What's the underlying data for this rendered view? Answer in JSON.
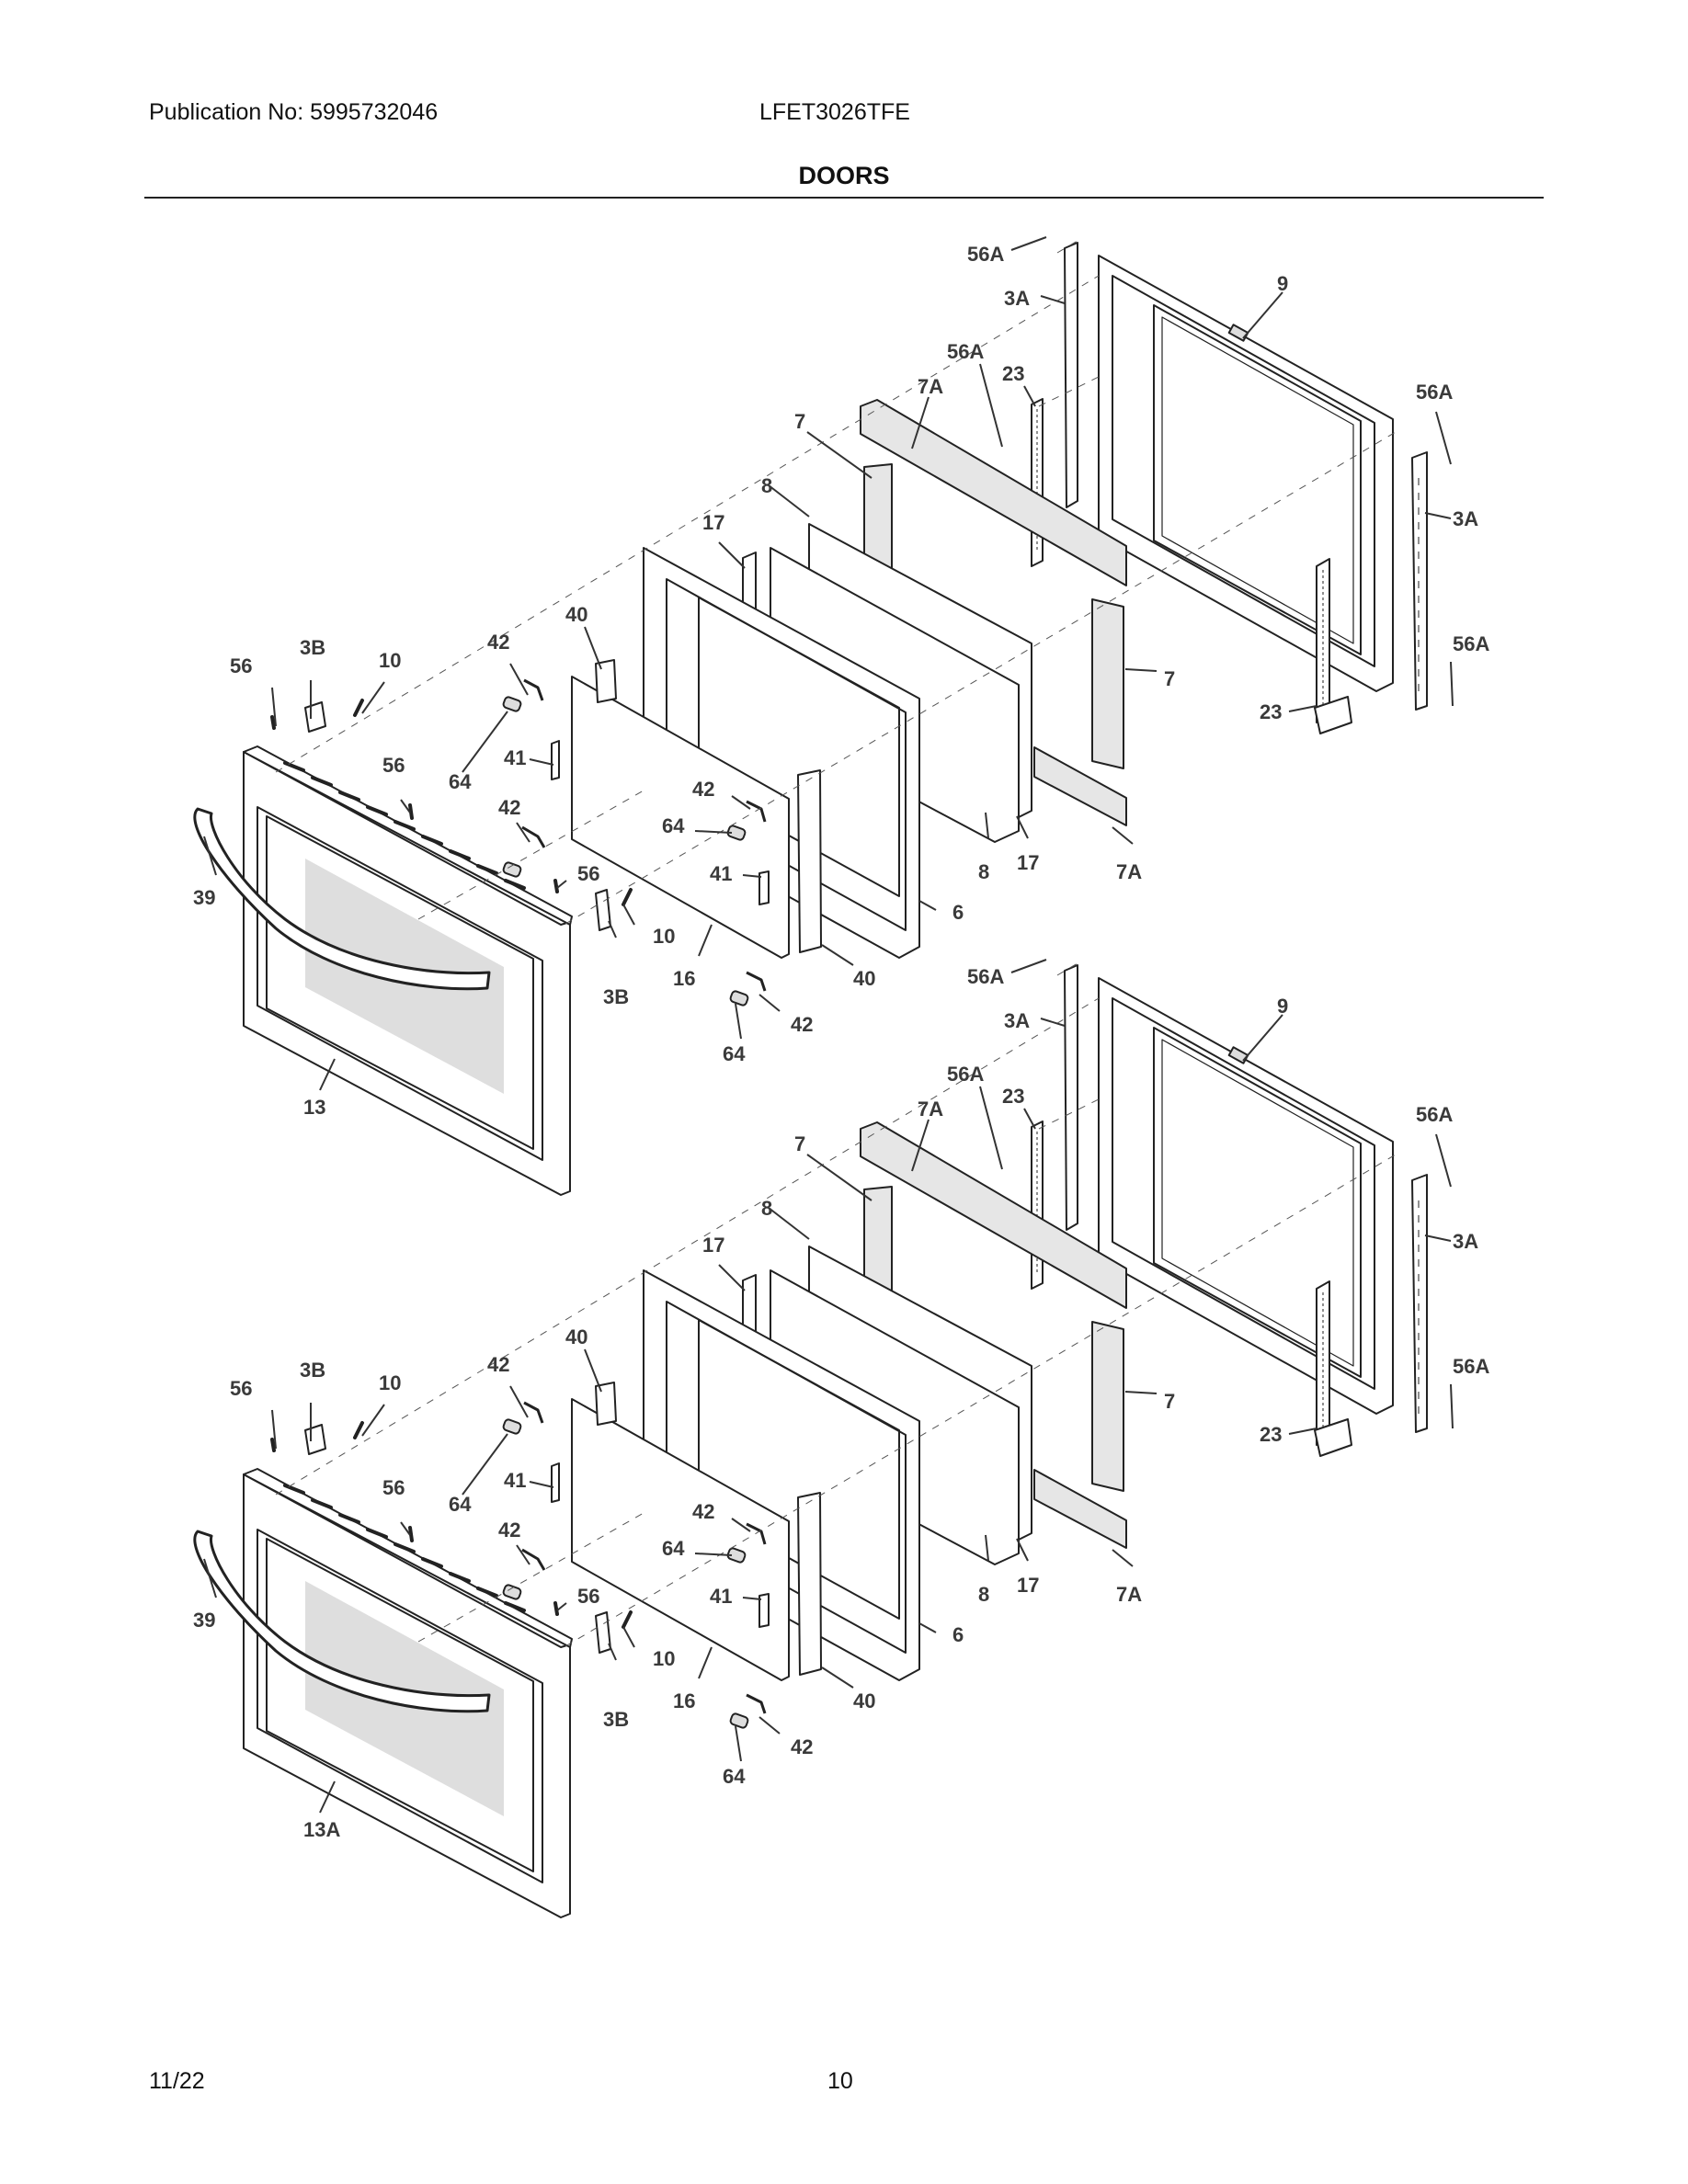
{
  "header": {
    "publication": "Publication No: 5995732046",
    "model": "LFET3026TFE",
    "title": "DOORS"
  },
  "footer": {
    "date": "11/22",
    "page": "10"
  },
  "upper_door": {
    "callouts": [
      "56A",
      "3A",
      "9",
      "56A",
      "23",
      "7A",
      "56A",
      "3A",
      "7",
      "8",
      "17",
      "40",
      "42",
      "56A",
      "3B",
      "10",
      "56",
      "7",
      "23",
      "41",
      "56",
      "64",
      "42",
      "42",
      "64",
      "8",
      "17",
      "7A",
      "41",
      "56",
      "6",
      "39",
      "10",
      "3B",
      "16",
      "40",
      "42",
      "64",
      "13"
    ]
  },
  "lower_door": {
    "callouts": [
      "56A",
      "9",
      "3A",
      "56A",
      "23",
      "7A",
      "56A",
      "7",
      "8",
      "3A",
      "17",
      "40",
      "42",
      "56",
      "3B",
      "10",
      "56A",
      "7",
      "23",
      "41",
      "64",
      "56",
      "42",
      "42",
      "64",
      "41",
      "56",
      "8",
      "17",
      "7A",
      "39",
      "6",
      "10",
      "3B",
      "16",
      "40",
      "42",
      "64",
      "13A"
    ]
  }
}
